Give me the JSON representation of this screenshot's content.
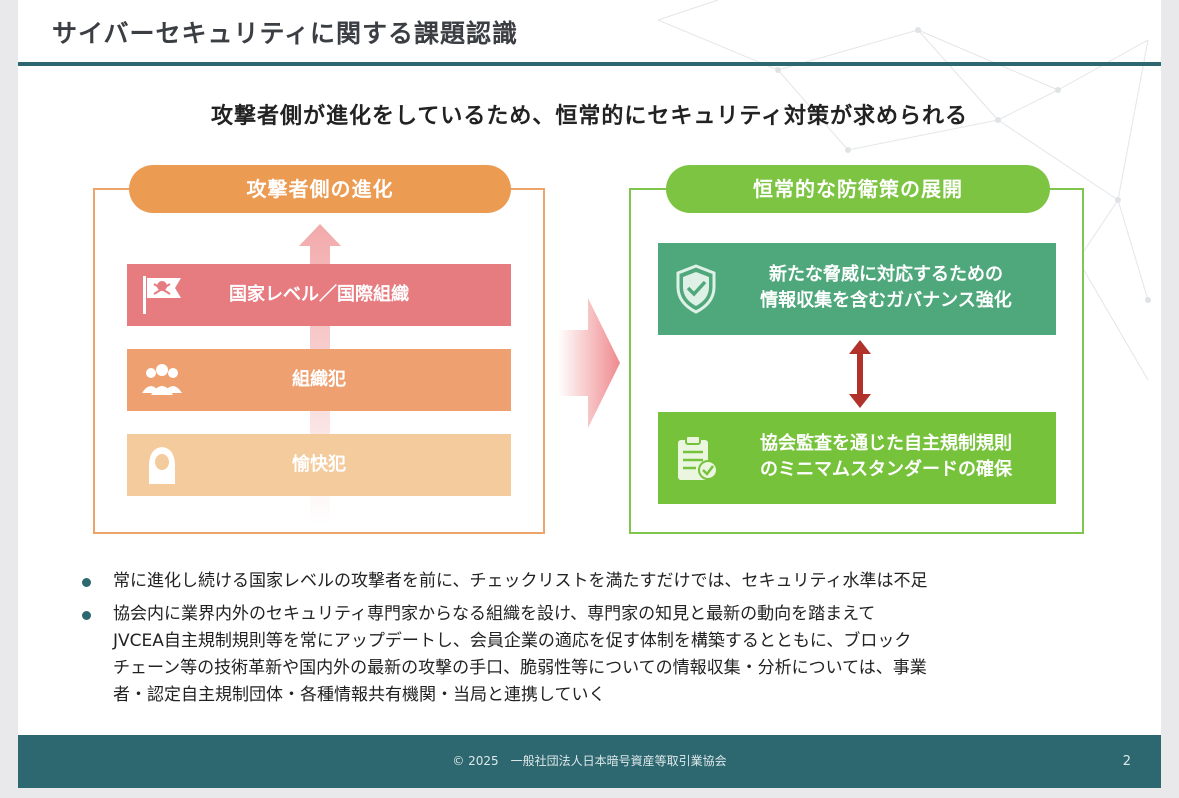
{
  "title": "サイバーセキュリティに関する課題認識",
  "subtitle": "攻撃者側が進化をしているため、恒常的にセキュリティ対策が求められる",
  "left": {
    "header": "攻撃者側の進化",
    "levels": [
      {
        "label": "国家レベル／国際組織",
        "icon": "pirate-flag-icon"
      },
      {
        "label": "組織犯",
        "icon": "group-icon"
      },
      {
        "label": "愉快犯",
        "icon": "hooded-hacker-icon"
      }
    ]
  },
  "right": {
    "header": "恒常的な防衛策の展開",
    "boxes": [
      {
        "lines": [
          "新たな脅威に対応するための",
          "情報収集を含むガバナンス強化"
        ],
        "icon": "shield-check-icon"
      },
      {
        "lines": [
          "協会監査を通じた自主規制規則",
          "のミニマムスタンダードの確保"
        ],
        "icon": "clipboard-check-icon"
      }
    ]
  },
  "bullets": [
    [
      "常に進化し続ける国家レベルの攻撃者を前に、チェックリストを満たすだけでは、セキュリティ水準は不足"
    ],
    [
      "協会内に業界内外のセキュリティ専門家からなる組織を設け、専門家の知見と最新の動向を踏まえて",
      "JVCEA自主規制規則等を常にアップデートし、会員企業の適応を促す体制を構築するとともに、ブロック",
      "チェーン等の技術革新や国内外の最新の攻撃の手口、脆弱性等についての情報収集・分析については、事業",
      "者・認定自主規制団体・各種情報共有機関・当局と連携していく"
    ]
  ],
  "footer": {
    "copyright": "© 2025　一般社団法人日本暗号資産等取引業協会",
    "page": "2"
  },
  "colors": {
    "teal": "#2d6770",
    "orange": "#ec9b52",
    "green": "#7cc441",
    "red_bar": "#e67b80"
  }
}
